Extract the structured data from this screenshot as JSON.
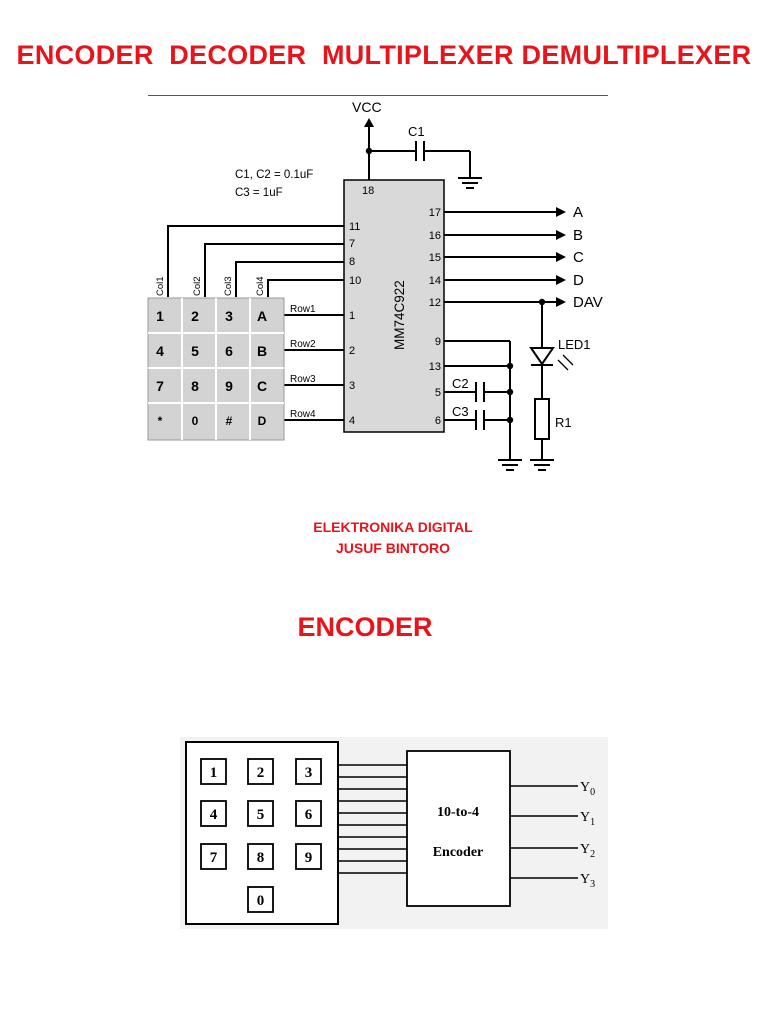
{
  "header": {
    "title": "ENCODER  DECODER  MULTIPLEXER DEMULTIPLEXER"
  },
  "schematic": {
    "vcc_label": "VCC",
    "c1_label": "C1",
    "cap_note_1": "C1, C2 = 0.1uF",
    "cap_note_2": "C3 = 1uF",
    "chip_name": "MM74C922",
    "pin_18": "18",
    "left_pins": [
      "11",
      "7",
      "8",
      "10",
      "1",
      "2",
      "3",
      "4"
    ],
    "right_pins": [
      "17",
      "16",
      "15",
      "14",
      "12",
      "9",
      "13",
      "5",
      "6"
    ],
    "outputs": [
      "A",
      "B",
      "C",
      "D",
      "DAV"
    ],
    "col_labels": [
      "Col1",
      "Col2",
      "Col3",
      "Col4"
    ],
    "row_labels": [
      "Row1",
      "Row2",
      "Row3",
      "Row4"
    ],
    "keypad_keys": [
      [
        "1",
        "2",
        "3",
        "A"
      ],
      [
        "4",
        "5",
        "6",
        "B"
      ],
      [
        "7",
        "8",
        "9",
        "C"
      ],
      [
        "*",
        "0",
        "#",
        "D"
      ]
    ],
    "c2_label": "C2",
    "c3_label": "C3",
    "led_label": "LED1",
    "r1_label": "R1",
    "colors": {
      "keypad_fill": "#d3d3d3",
      "chip_fill": "#d9d9d9",
      "line": "#000000"
    }
  },
  "credits": {
    "line1": "ELEKTRONIKA DIGITAL",
    "line2": "JUSUF BINTORO"
  },
  "section": {
    "title": "ENCODER"
  },
  "encoder_figure": {
    "keys": [
      "1",
      "2",
      "3",
      "4",
      "5",
      "6",
      "7",
      "8",
      "9",
      "0"
    ],
    "box_line1": "10-to-4",
    "box_line2": "Encoder",
    "outputs": [
      {
        "name": "Y",
        "sub": "0"
      },
      {
        "name": "Y",
        "sub": "1"
      },
      {
        "name": "Y",
        "sub": "2"
      },
      {
        "name": "Y",
        "sub": "3"
      }
    ]
  },
  "accent_color": "#e8141b"
}
